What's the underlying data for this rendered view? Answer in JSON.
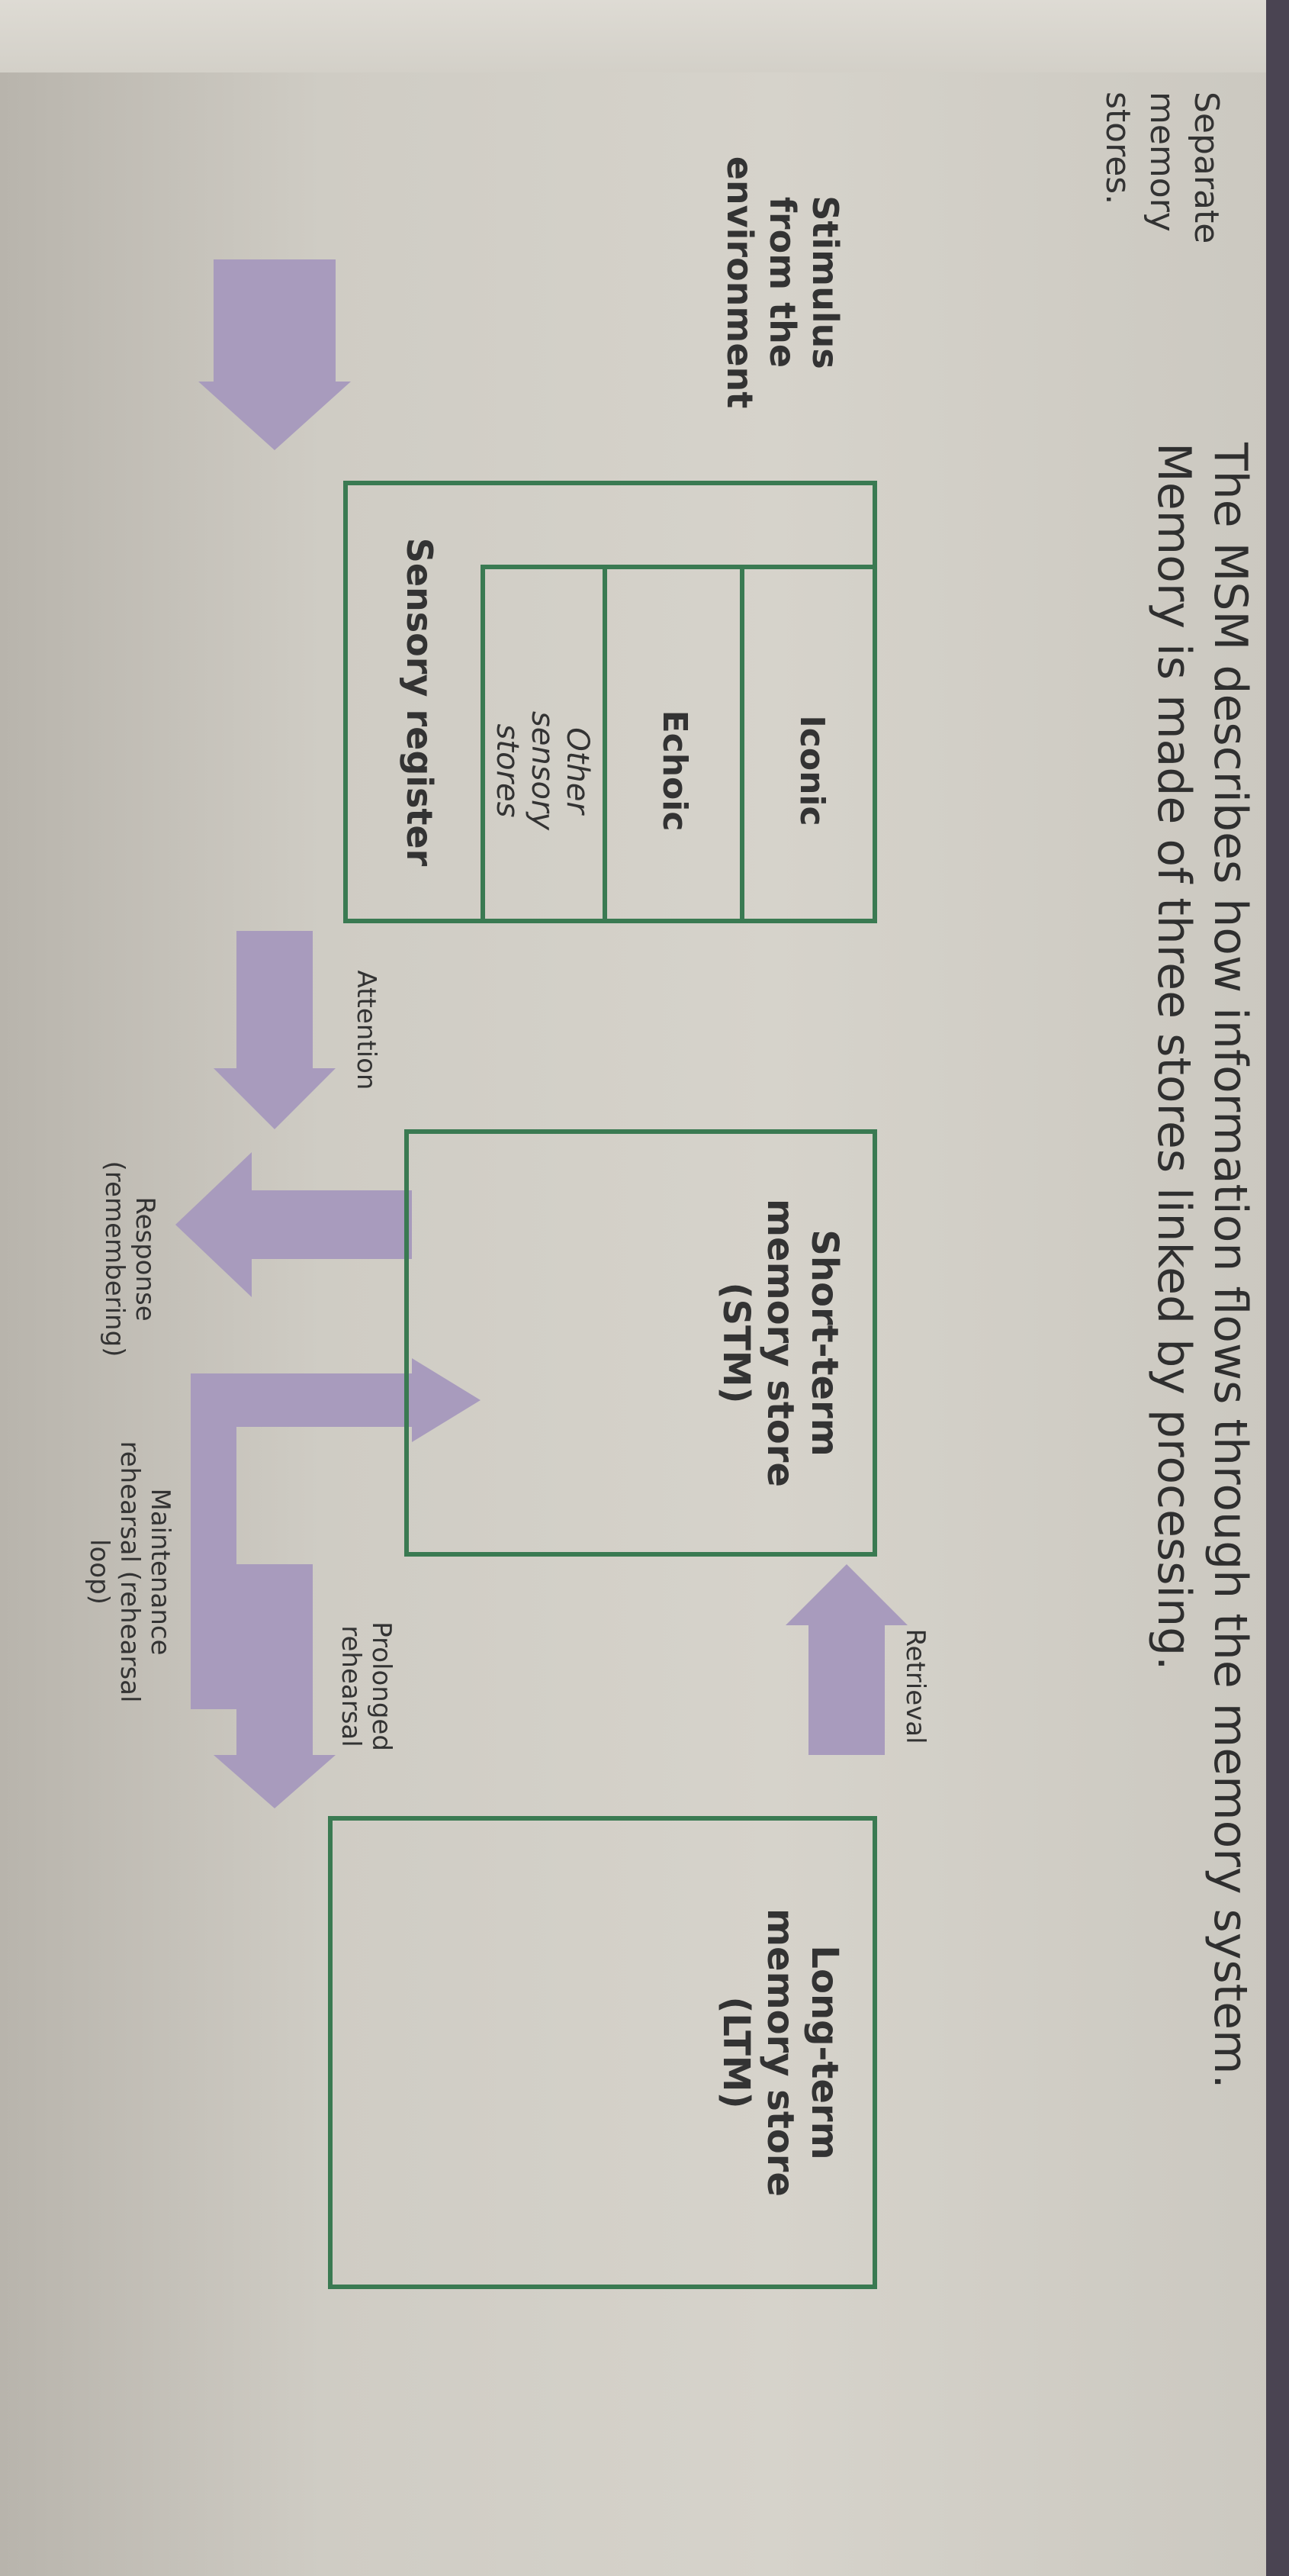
{
  "caption": "Separate memory stores.",
  "intro": "The MSM describes how information flows through the memory system. Memory is made of three stores linked by processing.",
  "stimulus": "Stimulus from the environment",
  "sensory_register": {
    "title": "Sensory register",
    "stores": [
      "Iconic",
      "Echoic",
      "Other sensory stores"
    ]
  },
  "stm": "Short-term memory store (STM)",
  "ltm": "Long-term memory store (LTM)",
  "arrows": {
    "attention": "Attention",
    "retrieval": "Retrieval",
    "prolonged": "Prolonged rehearsal",
    "response": "Response (remembering)",
    "maintenance": "Maintenance rehearsal (rehearsal loop)"
  },
  "colors": {
    "box_border": "#3a7a52",
    "arrow": "#a89bbd"
  }
}
